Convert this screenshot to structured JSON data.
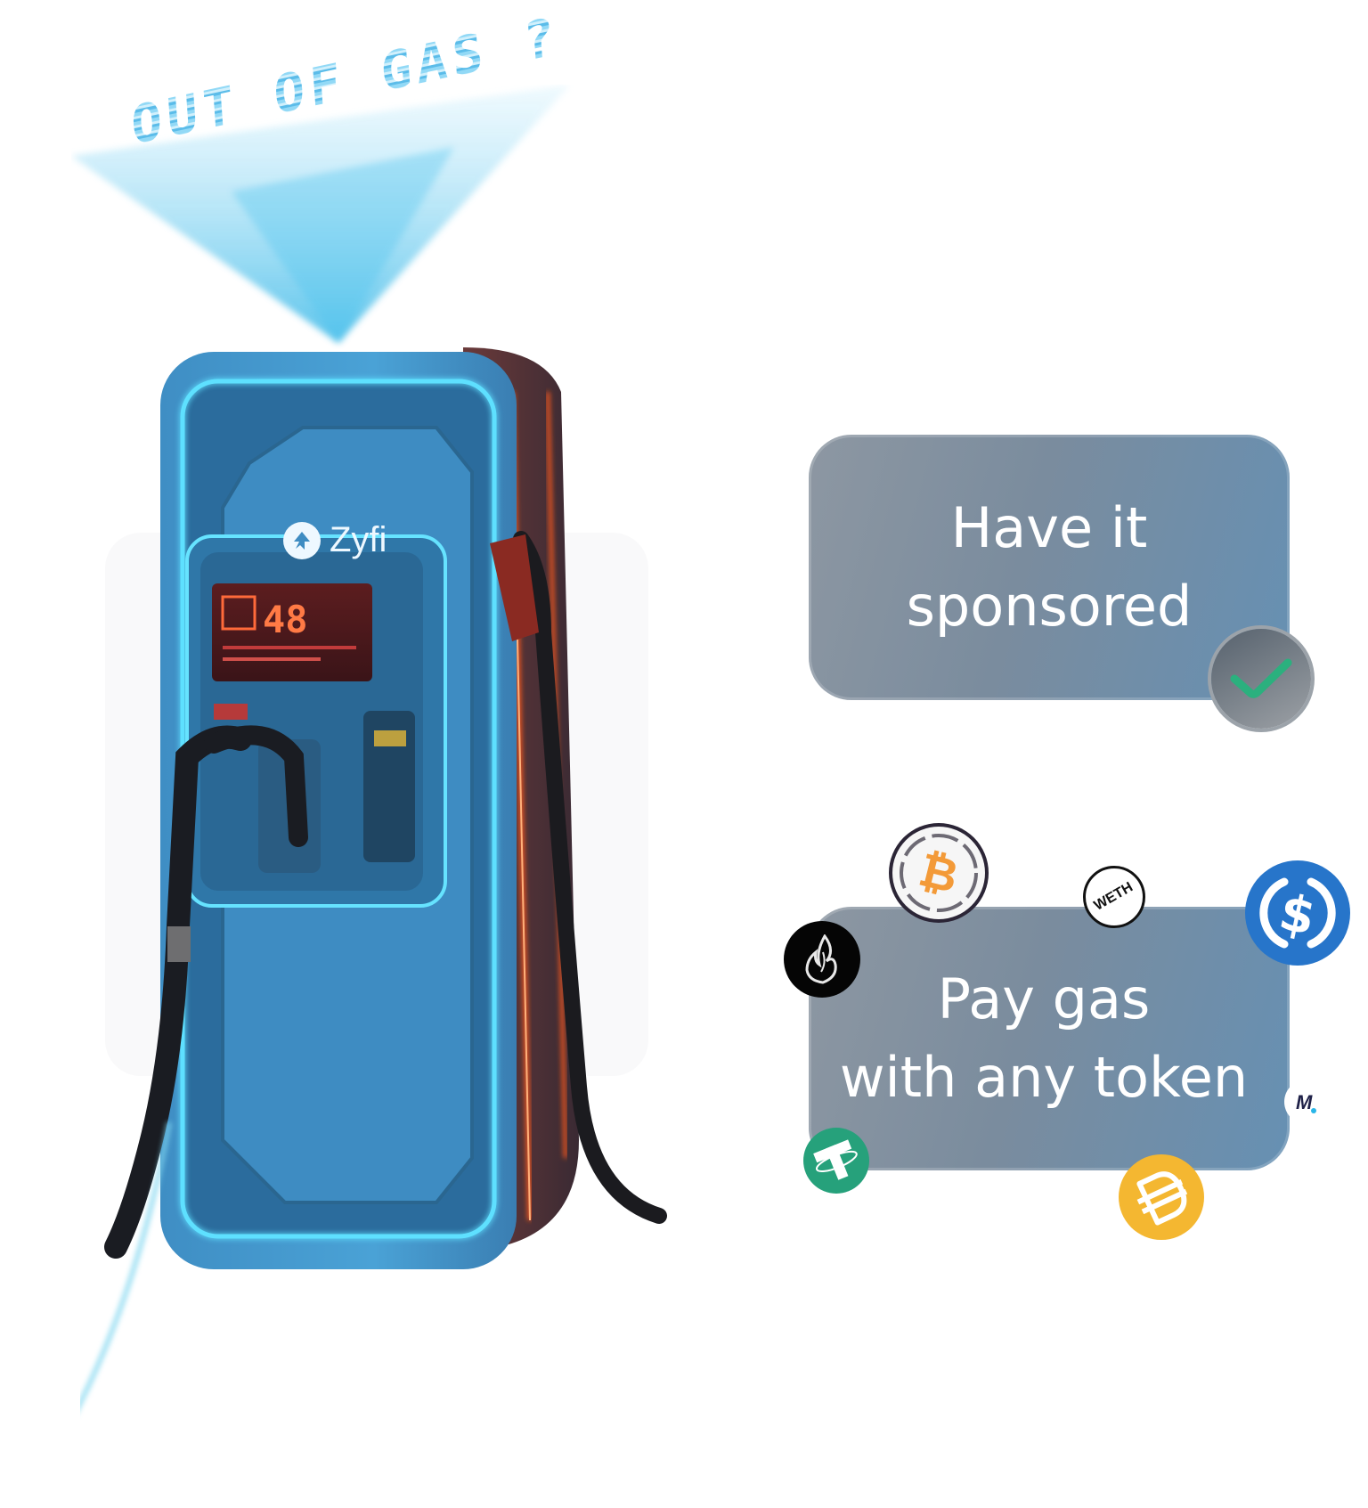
{
  "hero": {
    "hologram_text": "OUT OF GAS ?",
    "pump_brand": "Zyfi",
    "pump_display": "48"
  },
  "cards": {
    "sponsored": {
      "line1": "Have it",
      "line2": "sponsored",
      "badge_icon": "check-icon",
      "badge_color": "#2bb07e"
    },
    "any_token": {
      "line1": "Pay gas",
      "line2": "with any token"
    }
  },
  "tokens": [
    {
      "name": "WBTC",
      "icon": "bitcoin-icon",
      "color": "#f7931a"
    },
    {
      "name": "WETH",
      "label": "WETH",
      "icon": "weth-icon",
      "color": "#111111"
    },
    {
      "name": "USDC",
      "icon": "usdc-icon",
      "color": "#2775ca"
    },
    {
      "name": "Flame",
      "icon": "flame-icon",
      "color": "#050505"
    },
    {
      "name": "M",
      "label": "M",
      "icon": "m-token-icon",
      "color": "#1f2148"
    },
    {
      "name": "USDT",
      "icon": "tether-icon",
      "color": "#26a17b"
    },
    {
      "name": "DAI",
      "icon": "dai-icon",
      "color": "#f4b731"
    }
  ],
  "colors": {
    "card_gradient_start": "#8d97a2",
    "card_gradient_end": "#6690b3",
    "holo_blue": "#4ec3ec",
    "neon_orange": "#ff5a1f"
  }
}
